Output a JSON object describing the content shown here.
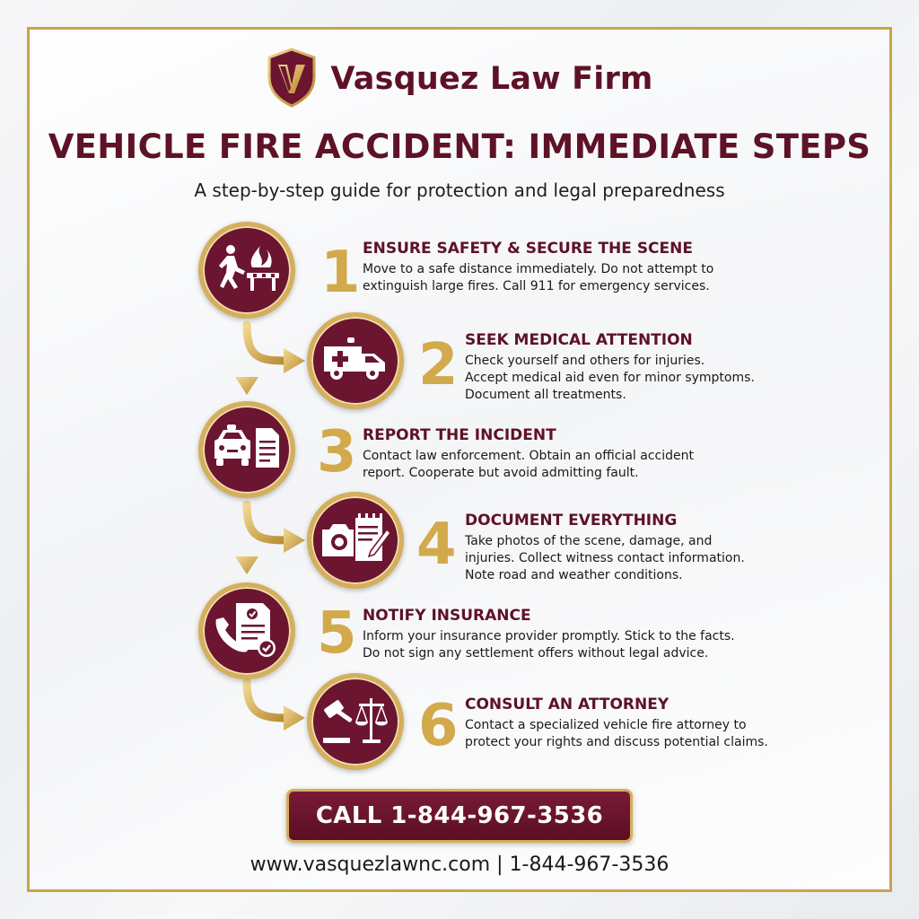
{
  "brand": {
    "name": "Vasquez Law Firm",
    "logo_icon": "shield-v-logo-icon"
  },
  "header": {
    "title": "VEHICLE FIRE ACCIDENT: IMMEDIATE STEPS",
    "subtitle": "A step-by-step guide for protection and legal preparedness"
  },
  "steps": [
    {
      "number": "1",
      "title": "ENSURE SAFETY & SECURE THE SCENE",
      "description": "Move to a safe distance immediately. Do not attempt to\nextinguish large fires. Call 911 for emergency services.",
      "icon": "person-fleeing-fire-icon"
    },
    {
      "number": "2",
      "title": "SEEK MEDICAL ATTENTION",
      "description": "Check yourself and others for injuries.\nAccept medical aid even for minor symptoms.\nDocument all treatments.",
      "icon": "ambulance-icon"
    },
    {
      "number": "3",
      "title": "REPORT THE INCIDENT",
      "description": "Contact law enforcement. Obtain an official accident\nreport. Cooperate but avoid admitting fault.",
      "icon": "police-car-report-icon"
    },
    {
      "number": "4",
      "title": "DOCUMENT EVERYTHING",
      "description": "Take photos of the scene, damage, and\ninjuries. Collect witness contact information.\nNote road and weather conditions.",
      "icon": "camera-notepad-icon"
    },
    {
      "number": "5",
      "title": "NOTIFY INSURANCE",
      "description": "Inform your insurance provider promptly. Stick to the facts.\nDo not sign any settlement offers without legal advice.",
      "icon": "phone-document-icon"
    },
    {
      "number": "6",
      "title": "CONSULT AN ATTORNEY",
      "description": "Contact a specialized vehicle fire attorney to\nprotect your rights and discuss potential claims.",
      "icon": "gavel-scales-icon"
    }
  ],
  "cta": {
    "label": "CALL 1-844-967-3536"
  },
  "footer": {
    "website": "www.vasquezlawnc.com",
    "separator": "|",
    "phone": "1-844-967-3536"
  },
  "colors": {
    "burgundy": "#5e1226",
    "gold": "#d4af5c",
    "background": "#f4f5f7"
  }
}
